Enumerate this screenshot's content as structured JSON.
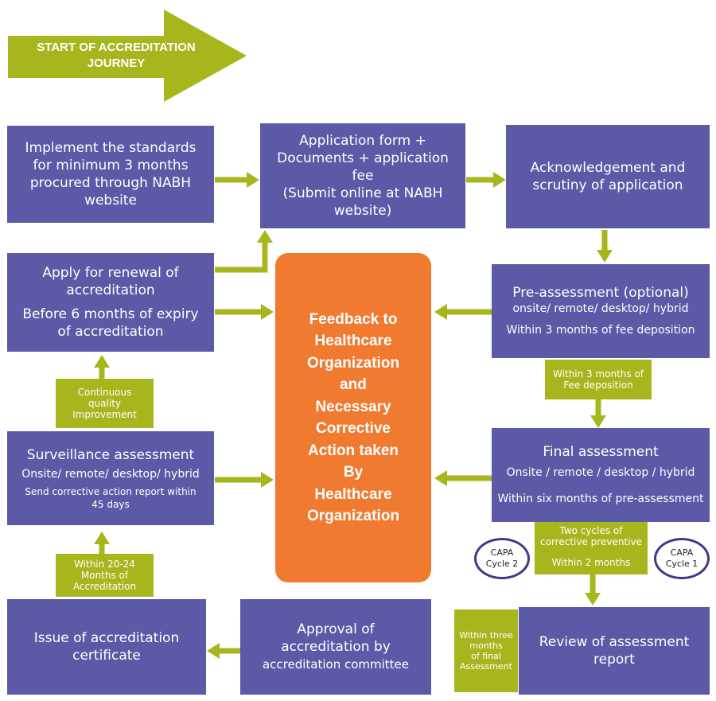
{
  "start": {
    "line1": "START OF ACCREDITATION",
    "line2": "JOURNEY"
  },
  "boxes": {
    "implement": {
      "lines": [
        "Implement the standards",
        "for minimum 3 months",
        "procured through NABH",
        "website"
      ]
    },
    "application": {
      "lines": [
        "Application form +",
        "Documents + application",
        "fee",
        "(Submit online at NABH",
        "website)"
      ]
    },
    "acknowledgement": {
      "lines": [
        "Acknowledgement and",
        "scrutiny of application"
      ]
    },
    "renewal": {
      "lines": [
        "Apply for renewal of",
        "accreditation",
        "Before 6 months of expiry",
        "of accreditation"
      ]
    },
    "preassessment": {
      "title": "Pre-assessment (optional)",
      "mode": "onsite/ remote/ desktop/ hybrid",
      "timing": "Within 3 months of fee deposition"
    },
    "surveillance": {
      "title": "Surveillance assessment",
      "mode": "Onsite/ remote/ desktop/ hybrid",
      "note1": "Send corrective action report  within",
      "note2": "45 days"
    },
    "final": {
      "title": "Final assessment",
      "mode": "Onsite / remote / desktop / hybrid",
      "timing": "Within six months of pre-assessment"
    },
    "issue": {
      "lines": [
        "Issue of accreditation",
        "certificate"
      ]
    },
    "approval": {
      "lines": [
        "Approval of",
        "accreditation by",
        "accreditation committee"
      ]
    },
    "review": {
      "lines": [
        "Review of assessment",
        "report"
      ]
    }
  },
  "center": {
    "lines": [
      "Feedback to",
      "Healthcare",
      "Organization",
      "and",
      "Necessary",
      "Corrective",
      "Action taken",
      "By",
      "Healthcare",
      "Organization"
    ]
  },
  "labels": {
    "continuous": [
      "Continuous",
      "quality",
      "Improvement"
    ],
    "within20": [
      "Within 20-24",
      "Months of",
      "Accreditation"
    ],
    "within3fee": [
      "Within 3 months of",
      "Fee deposition"
    ],
    "twocycles": [
      "Two cycles of",
      "corrective preventive"
    ],
    "within2": "Within 2 months",
    "withinthree": [
      "Within  three",
      "months",
      "of final",
      "Assessment"
    ]
  },
  "capa": {
    "cycle2": [
      "CAPA",
      "Cycle 2"
    ],
    "cycle1": [
      "CAPA",
      "Cycle 1"
    ]
  },
  "colors": {
    "box": "#5c5aa6",
    "green": "#a8b61e",
    "center": "#ef7a30",
    "circle_border": "#3b3a8e"
  }
}
